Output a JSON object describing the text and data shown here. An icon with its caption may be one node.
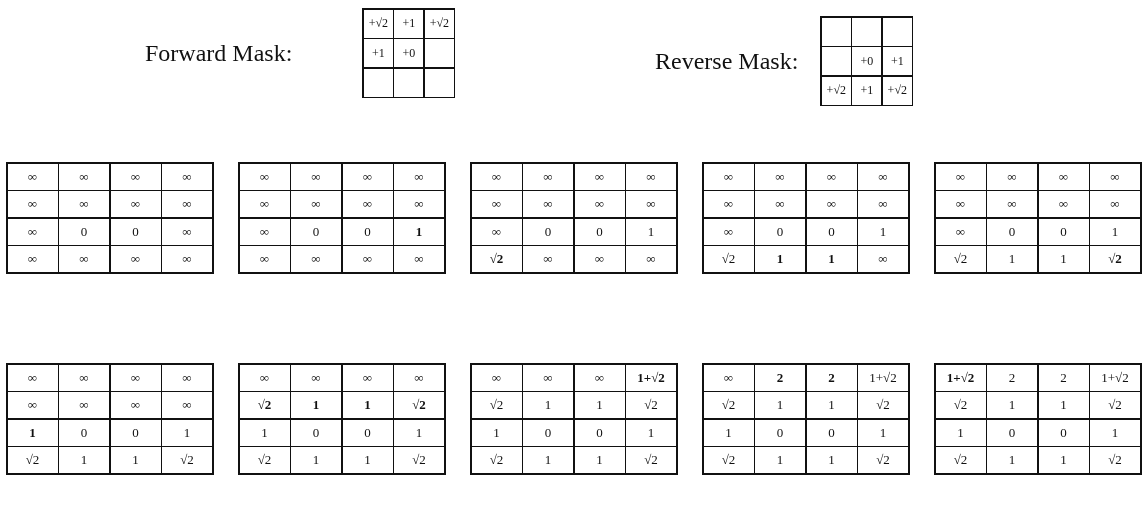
{
  "diagram": {
    "nodes": [
      {
        "text": [
          "Forward Mask:"
        ]
      },
      {
        "text": [
          "+√2"
        ],
        "in": 0
      },
      {
        "text": [
          "+1"
        ],
        "in": 0
      },
      {
        "text": [
          "+√2"
        ],
        "in": 0
      },
      {
        "text": [
          "+1"
        ],
        "in": 0
      },
      {
        "text": [
          "+0"
        ],
        "in": 0
      },
      {
        "text": [],
        "shape": "box",
        "in": 0
      },
      {
        "text": [],
        "shape": "box",
        "in": 0
      },
      {
        "text": [],
        "shape": "box",
        "in": 0
      },
      {
        "text": [],
        "shape": "box",
        "in": 0
      },
      {
        "text": [
          "Reverse Mask:"
        ]
      },
      {
        "text": [],
        "shape": "box",
        "in": 10
      },
      {
        "text": [],
        "shape": "box",
        "in": 10
      },
      {
        "text": [],
        "shape": "box",
        "in": 10
      },
      {
        "text": [],
        "shape": "box",
        "in": 10
      },
      {
        "text": [
          "+0"
        ],
        "in": 10
      },
      {
        "text": [
          "+1"
        ],
        "in": 10
      },
      {
        "text": [
          "+√2"
        ],
        "in": 10
      },
      {
        "text": [
          "+1"
        ],
        "in": 10
      },
      {
        "text": [
          "+√2"
        ],
        "in": 10
      },
      {
        "text": [],
        "shape": "box"
      },
      {
        "text": [
          "∞"
        ],
        "in": 20
      },
      {
        "text": [
          "∞"
        ],
        "in": 20
      },
      {
        "text": [
          "∞"
        ],
        "in": 20
      },
      {
        "text": [
          "∞"
        ],
        "in": 20
      },
      {
        "text": [
          "∞"
        ],
        "in": 20
      },
      {
        "text": [
          "∞"
        ],
        "in": 20
      },
      {
        "text": [
          "∞"
        ],
        "in": 20
      },
      {
        "text": [
          "∞"
        ],
        "in": 20
      },
      {
        "text": [
          "∞"
        ],
        "in": 20
      },
      {
        "text": [
          "0"
        ],
        "in": 20
      },
      {
        "text": [
          "0"
        ],
        "in": 20
      },
      {
        "text": [
          "∞"
        ],
        "in": 20
      },
      {
        "text": [
          "∞"
        ],
        "in": 20
      },
      {
        "text": [
          "∞"
        ],
        "in": 20
      },
      {
        "text": [
          "∞"
        ],
        "in": 20
      },
      {
        "text": [
          "∞"
        ],
        "in": 20
      },
      {
        "text": [],
        "shape": "box"
      },
      {
        "text": [
          "∞"
        ],
        "in": 37
      },
      {
        "text": [
          "∞"
        ],
        "in": 37
      },
      {
        "text": [
          "∞"
        ],
        "in": 37
      },
      {
        "text": [
          "∞"
        ],
        "in": 37
      },
      {
        "text": [
          "∞"
        ],
        "in": 37
      },
      {
        "text": [
          "∞"
        ],
        "in": 37
      },
      {
        "text": [
          "∞"
        ],
        "in": 37
      },
      {
        "text": [
          "∞"
        ],
        "in": 37
      },
      {
        "text": [
          "∞"
        ],
        "in": 37
      },
      {
        "text": [
          "0"
        ],
        "in": 37
      },
      {
        "text": [
          "0"
        ],
        "in": 37
      },
      {
        "text": [
          "**1**"
        ],
        "in": 37
      },
      {
        "text": [
          "∞"
        ],
        "in": 37
      },
      {
        "text": [
          "∞"
        ],
        "in": 37
      },
      {
        "text": [
          "∞"
        ],
        "in": 37
      },
      {
        "text": [
          "∞"
        ],
        "in": 37
      },
      {
        "text": [],
        "shape": "box"
      },
      {
        "text": [
          "∞"
        ],
        "in": 54
      },
      {
        "text": [
          "∞"
        ],
        "in": 54
      },
      {
        "text": [
          "∞"
        ],
        "in": 54
      },
      {
        "text": [
          "∞"
        ],
        "in": 54
      },
      {
        "text": [
          "∞"
        ],
        "in": 54
      },
      {
        "text": [
          "∞"
        ],
        "in": 54
      },
      {
        "text": [
          "∞"
        ],
        "in": 54
      },
      {
        "text": [
          "∞"
        ],
        "in": 54
      },
      {
        "text": [
          "∞"
        ],
        "in": 54
      },
      {
        "text": [
          "0"
        ],
        "in": 54
      },
      {
        "text": [
          "0"
        ],
        "in": 54
      },
      {
        "text": [
          "1"
        ],
        "in": 54
      },
      {
        "text": [
          "**√2**"
        ],
        "in": 54
      },
      {
        "text": [
          "∞"
        ],
        "in": 54
      },
      {
        "text": [
          "∞"
        ],
        "in": 54
      },
      {
        "text": [
          "∞"
        ],
        "in": 54
      },
      {
        "text": [],
        "shape": "box"
      },
      {
        "text": [
          "∞"
        ],
        "in": 71
      },
      {
        "text": [
          "∞"
        ],
        "in": 71
      },
      {
        "text": [
          "∞"
        ],
        "in": 71
      },
      {
        "text": [
          "∞"
        ],
        "in": 71
      },
      {
        "text": [
          "∞"
        ],
        "in": 71
      },
      {
        "text": [
          "∞"
        ],
        "in": 71
      },
      {
        "text": [
          "∞"
        ],
        "in": 71
      },
      {
        "text": [
          "∞"
        ],
        "in": 71
      },
      {
        "text": [
          "∞"
        ],
        "in": 71
      },
      {
        "text": [
          "0"
        ],
        "in": 71
      },
      {
        "text": [
          "0"
        ],
        "in": 71
      },
      {
        "text": [
          "1"
        ],
        "in": 71
      },
      {
        "text": [
          "√2"
        ],
        "in": 71
      },
      {
        "text": [
          "**1**"
        ],
        "in": 71
      },
      {
        "text": [
          "**1**"
        ],
        "in": 71
      },
      {
        "text": [
          "∞"
        ],
        "in": 71
      },
      {
        "text": [],
        "shape": "box"
      },
      {
        "text": [
          "∞"
        ],
        "in": 88
      },
      {
        "text": [
          "∞"
        ],
        "in": 88
      },
      {
        "text": [
          "∞"
        ],
        "in": 88
      },
      {
        "text": [
          "∞"
        ],
        "in": 88
      },
      {
        "text": [
          "∞"
        ],
        "in": 88
      },
      {
        "text": [
          "∞"
        ],
        "in": 88
      },
      {
        "text": [
          "∞"
        ],
        "in": 88
      },
      {
        "text": [
          "∞"
        ],
        "in": 88
      },
      {
        "text": [
          "∞"
        ],
        "in": 88
      },
      {
        "text": [
          "0"
        ],
        "in": 88
      },
      {
        "text": [
          "0"
        ],
        "in": 88
      },
      {
        "text": [
          "1"
        ],
        "in": 88
      },
      {
        "text": [
          "√2"
        ],
        "in": 88
      },
      {
        "text": [
          "1"
        ],
        "in": 88
      },
      {
        "text": [
          "1"
        ],
        "in": 88
      },
      {
        "text": [
          "**√2**"
        ],
        "in": 88
      },
      {
        "text": [],
        "shape": "box"
      },
      {
        "text": [
          "∞"
        ],
        "in": 105
      },
      {
        "text": [
          "∞"
        ],
        "in": 105
      },
      {
        "text": [
          "∞"
        ],
        "in": 105
      },
      {
        "text": [
          "∞"
        ],
        "in": 105
      },
      {
        "text": [
          "∞"
        ],
        "in": 105
      },
      {
        "text": [
          "∞"
        ],
        "in": 105
      },
      {
        "text": [
          "∞"
        ],
        "in": 105
      },
      {
        "text": [
          "∞"
        ],
        "in": 105
      },
      {
        "text": [
          "**1**"
        ],
        "in": 105
      },
      {
        "text": [
          "0"
        ],
        "in": 105
      },
      {
        "text": [
          "0"
        ],
        "in": 105
      },
      {
        "text": [
          "1"
        ],
        "in": 105
      },
      {
        "text": [
          "√2"
        ],
        "in": 105
      },
      {
        "text": [
          "1"
        ],
        "in": 105
      },
      {
        "text": [
          "1"
        ],
        "in": 105
      },
      {
        "text": [
          "√2"
        ],
        "in": 105
      },
      {
        "text": [],
        "shape": "box"
      },
      {
        "text": [
          "∞"
        ],
        "in": 122
      },
      {
        "text": [
          "∞"
        ],
        "in": 122
      },
      {
        "text": [
          "∞"
        ],
        "in": 122
      },
      {
        "text": [
          "∞"
        ],
        "in": 122
      },
      {
        "text": [
          "**√2**"
        ],
        "in": 122
      },
      {
        "text": [
          "**1**"
        ],
        "in": 122
      },
      {
        "text": [
          "**1**"
        ],
        "in": 122
      },
      {
        "text": [
          "**√2**"
        ],
        "in": 122
      },
      {
        "text": [
          "1"
        ],
        "in": 122
      },
      {
        "text": [
          "0"
        ],
        "in": 122
      },
      {
        "text": [
          "0"
        ],
        "in": 122
      },
      {
        "text": [
          "1"
        ],
        "in": 122
      },
      {
        "text": [
          "√2"
        ],
        "in": 122
      },
      {
        "text": [
          "1"
        ],
        "in": 122
      },
      {
        "text": [
          "1"
        ],
        "in": 122
      },
      {
        "text": [
          "√2"
        ],
        "in": 122
      },
      {
        "text": [],
        "shape": "box"
      },
      {
        "text": [
          "∞"
        ],
        "in": 139
      },
      {
        "text": [
          "∞"
        ],
        "in": 139
      },
      {
        "text": [
          "∞"
        ],
        "in": 139
      },
      {
        "text": [
          "**1+√2**"
        ],
        "in": 139
      },
      {
        "text": [
          "√2"
        ],
        "in": 139
      },
      {
        "text": [
          "1"
        ],
        "in": 139
      },
      {
        "text": [
          "1"
        ],
        "in": 139
      },
      {
        "text": [
          "√2"
        ],
        "in": 139
      },
      {
        "text": [
          "1"
        ],
        "in": 139
      },
      {
        "text": [
          "0"
        ],
        "in": 139
      },
      {
        "text": [
          "0"
        ],
        "in": 139
      },
      {
        "text": [
          "1"
        ],
        "in": 139
      },
      {
        "text": [
          "√2"
        ],
        "in": 139
      },
      {
        "text": [
          "1"
        ],
        "in": 139
      },
      {
        "text": [
          "1"
        ],
        "in": 139
      },
      {
        "text": [
          "√2"
        ],
        "in": 139
      },
      {
        "text": [],
        "shape": "box"
      },
      {
        "text": [
          "∞"
        ],
        "in": 156
      },
      {
        "text": [
          "**2**"
        ],
        "in": 156
      },
      {
        "text": [
          "**2**"
        ],
        "in": 156
      },
      {
        "text": [
          "1+√2"
        ],
        "in": 156
      },
      {
        "text": [
          "√2"
        ],
        "in": 156
      },
      {
        "text": [
          "1"
        ],
        "in": 156
      },
      {
        "text": [
          "1"
        ],
        "in": 156
      },
      {
        "text": [
          "√2"
        ],
        "in": 156
      },
      {
        "text": [
          "1"
        ],
        "in": 156
      },
      {
        "text": [
          "0"
        ],
        "in": 156
      },
      {
        "text": [
          "0"
        ],
        "in": 156
      },
      {
        "text": [
          "1"
        ],
        "in": 156
      },
      {
        "text": [
          "√2"
        ],
        "in": 156
      },
      {
        "text": [
          "1"
        ],
        "in": 156
      },
      {
        "text": [
          "1"
        ],
        "in": 156
      },
      {
        "text": [
          "√2"
        ],
        "in": 156
      },
      {
        "text": [],
        "shape": "box"
      },
      {
        "text": [
          "**1+√2**"
        ],
        "in": 173
      },
      {
        "text": [
          "2"
        ],
        "in": 173
      },
      {
        "text": [
          "2"
        ],
        "in": 173
      },
      {
        "text": [
          "1+√2"
        ],
        "in": 173
      },
      {
        "text": [
          "√2"
        ],
        "in": 173
      },
      {
        "text": [
          "1"
        ],
        "in": 173
      },
      {
        "text": [
          "1"
        ],
        "in": 173
      },
      {
        "text": [
          "√2"
        ],
        "in": 173
      },
      {
        "text": [
          "1"
        ],
        "in": 173
      },
      {
        "text": [
          "0"
        ],
        "in": 173
      },
      {
        "text": [
          "0"
        ],
        "in": 173
      },
      {
        "text": [
          "1"
        ],
        "in": 173
      },
      {
        "text": [
          "√2"
        ],
        "in": 173
      },
      {
        "text": [
          "1"
        ],
        "in": 173
      },
      {
        "text": [
          "1"
        ],
        "in": 173
      },
      {
        "text": [
          "√2"
        ],
        "in": 173
      }
    ]
  }
}
